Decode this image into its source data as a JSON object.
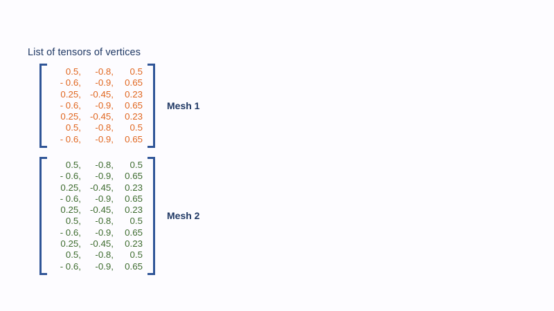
{
  "slide": {
    "background_color": "#fdfcff",
    "title": "List of tensors of vertices"
  },
  "palette": {
    "bracket_blue": "#2f5597",
    "label_navy": "#1f3864",
    "mesh1_orange": "#e0661f",
    "mesh2_green": "#3d6b2e"
  },
  "tensors": [
    {
      "label": "Mesh 1",
      "color": "#e0661f",
      "row_count": 7,
      "col_count": 3,
      "rows": [
        [
          "0.5,",
          "-0.8,",
          "0.5"
        ],
        [
          "- 0.6,",
          "-0.9,",
          "0.65"
        ],
        [
          "0.25,",
          "-0.45,",
          "0.23"
        ],
        [
          "- 0.6,",
          "-0.9,",
          "0.65"
        ],
        [
          "0.25,",
          "-0.45,",
          "0.23"
        ],
        [
          "0.5,",
          "-0.8,",
          "0.5"
        ],
        [
          "- 0.6,",
          "-0.9,",
          "0.65"
        ]
      ]
    },
    {
      "label": "Mesh 2",
      "color": "#3d6b2e",
      "row_count": 10,
      "col_count": 3,
      "rows": [
        [
          "0.5,",
          "-0.8,",
          "0.5"
        ],
        [
          "- 0.6,",
          "-0.9,",
          "0.65"
        ],
        [
          "0.25,",
          "-0.45,",
          "0.23"
        ],
        [
          "- 0.6,",
          "-0.9,",
          "0.65"
        ],
        [
          "0.25,",
          "-0.45,",
          "0.23"
        ],
        [
          "0.5,",
          "-0.8,",
          "0.5"
        ],
        [
          "- 0.6,",
          "-0.9,",
          "0.65"
        ],
        [
          "0.25,",
          "-0.45,",
          "0.23"
        ],
        [
          "0.5,",
          "-0.8,",
          "0.5"
        ],
        [
          "- 0.6,",
          "-0.9,",
          "0.65"
        ]
      ]
    }
  ]
}
